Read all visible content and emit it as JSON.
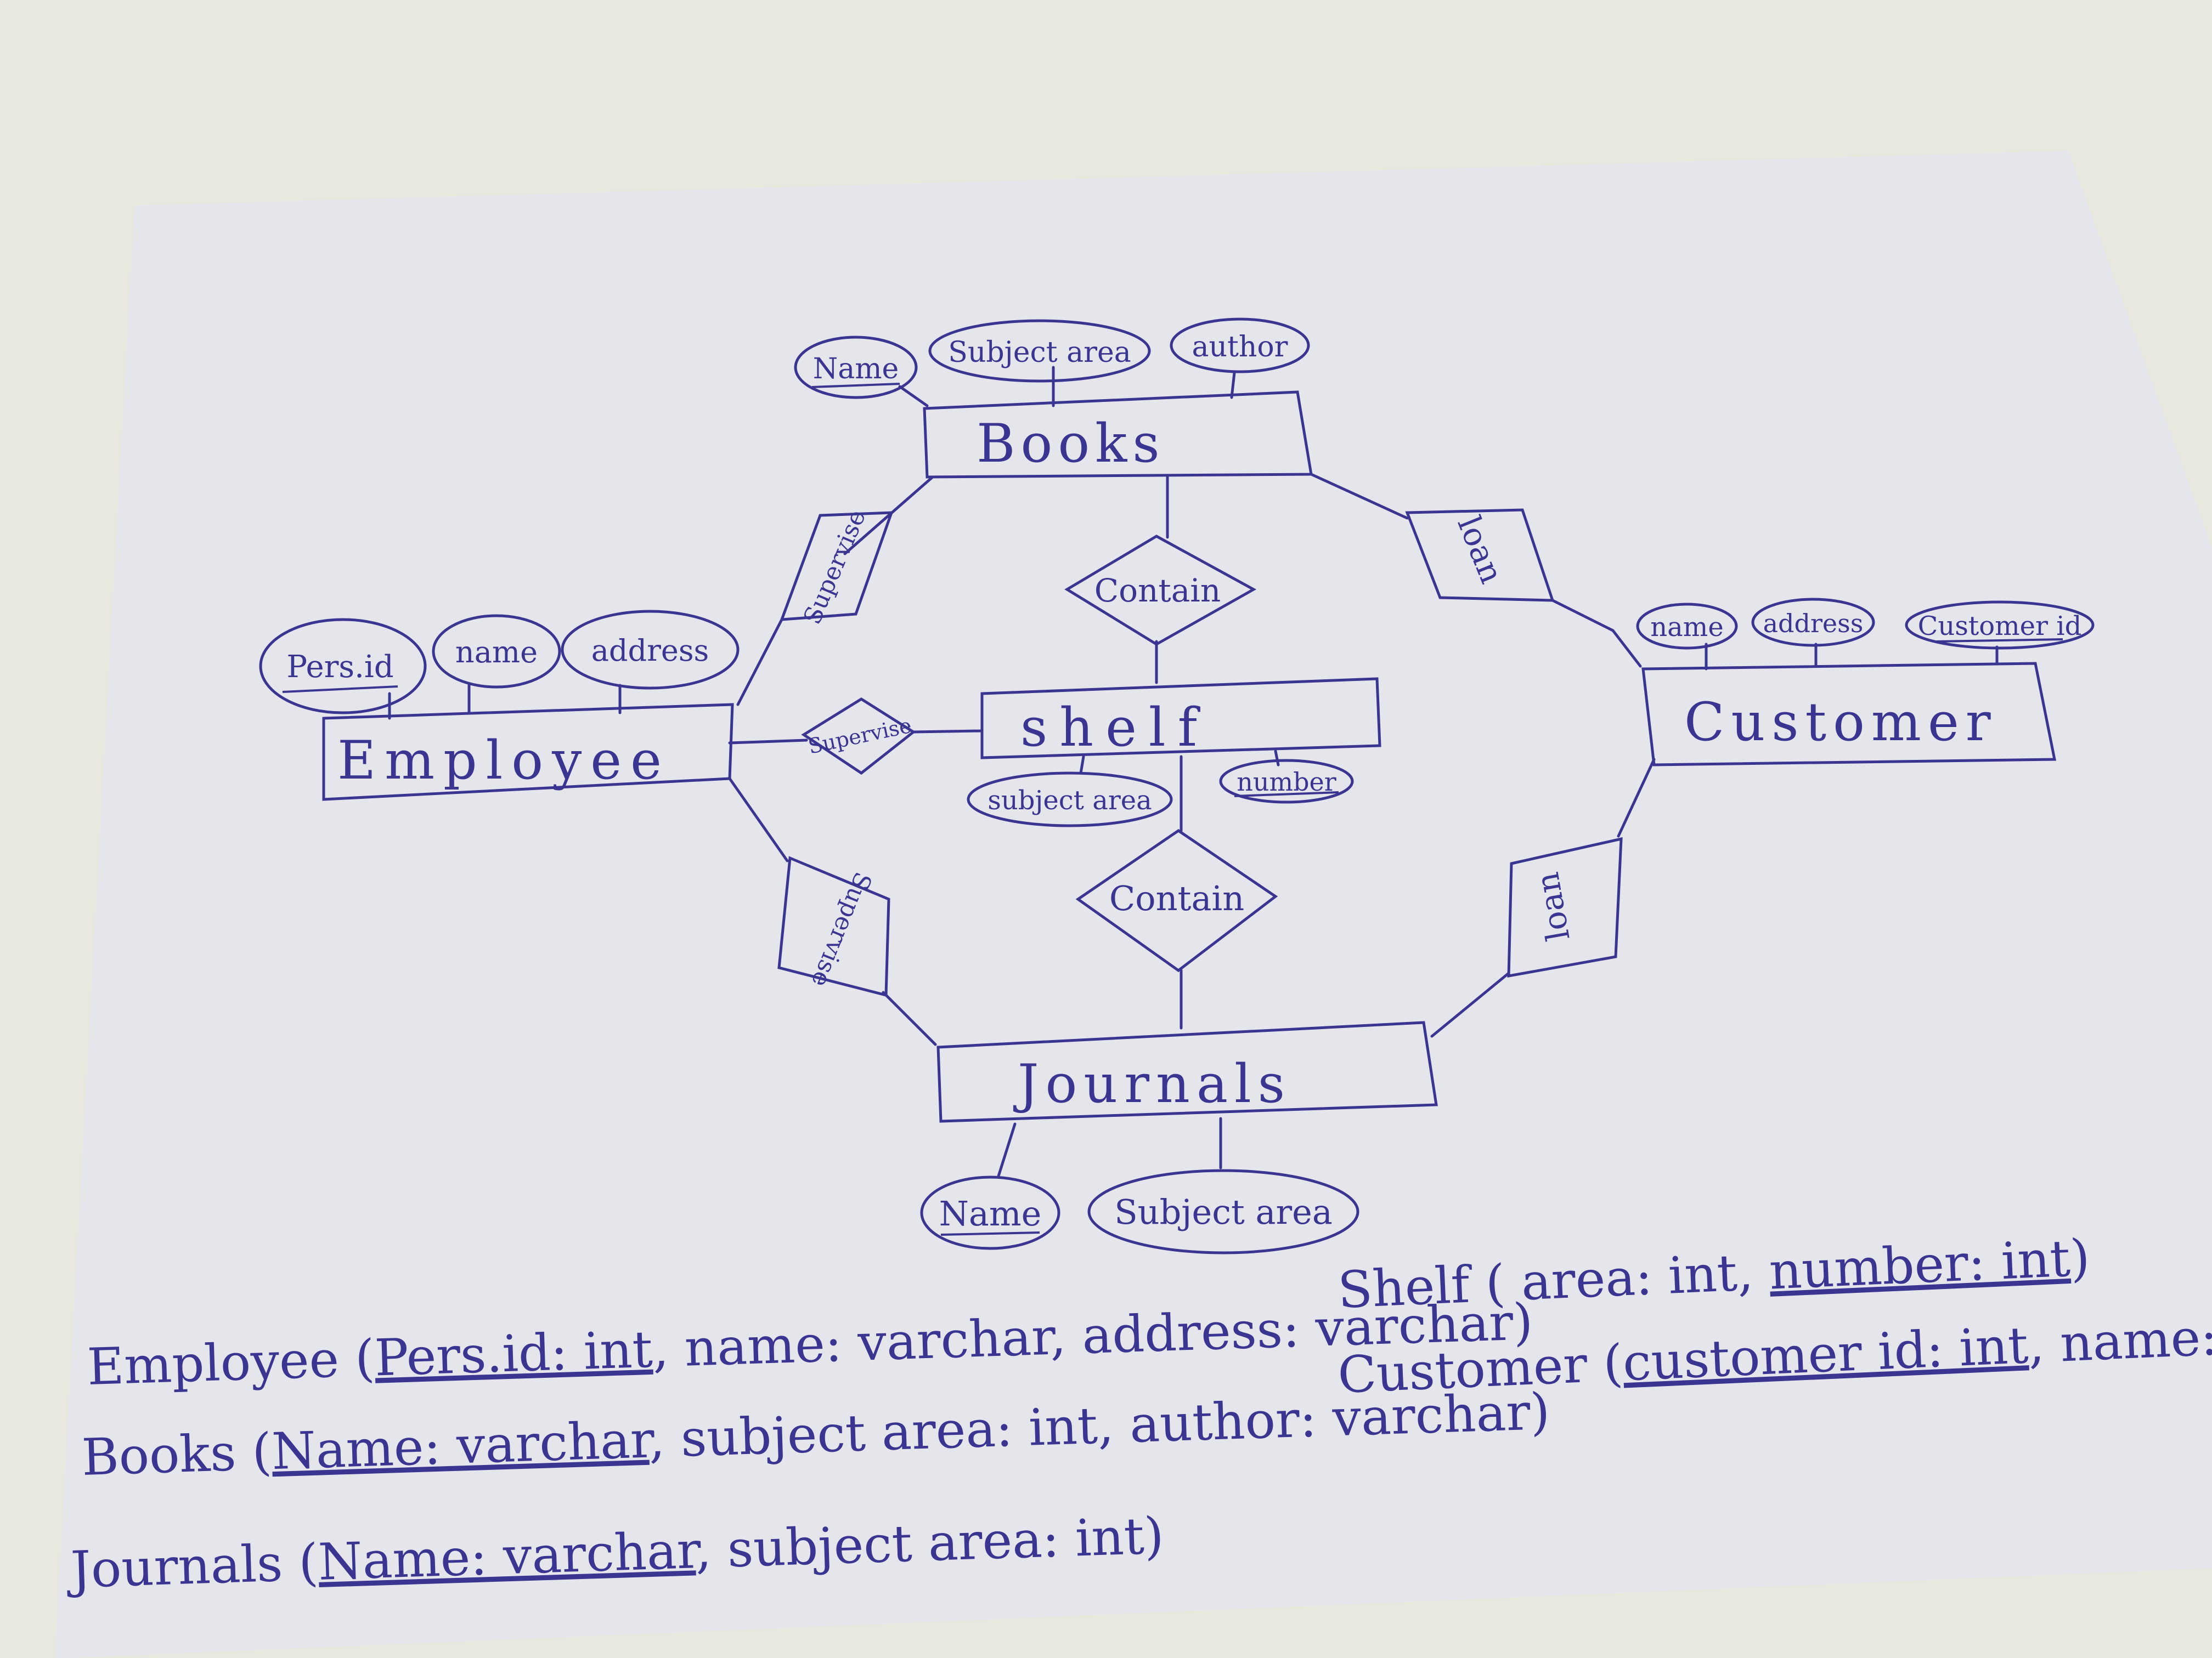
{
  "colors": {
    "ink": "#3b3592",
    "paper": "#e4e6ec",
    "table": "#e9e8df"
  },
  "entities": {
    "books": "Books",
    "employee": "Employee",
    "shelf": "shelf",
    "customer": "Customer",
    "journals": "Journals"
  },
  "relationships": {
    "contain_top": "Contain",
    "contain_bottom": "Contain",
    "supervise_top": "Supervise",
    "supervise_mid": "Supervise",
    "supervise_bottom": "Supervise",
    "loan_top": "loan",
    "loan_bottom": "loan"
  },
  "attributes": {
    "books_name": "Name",
    "books_subject": "Subject area",
    "books_author": "author",
    "emp_persid": "Pers.id",
    "emp_name": "name",
    "emp_address": "address",
    "shelf_subject": "subject area",
    "shelf_number": "number",
    "cust_name": "name",
    "cust_address": "address",
    "cust_id": "Customer id",
    "jour_name": "Name",
    "jour_subject": "Subject area"
  },
  "schema": {
    "employee": {
      "head": "Employee (",
      "key": "Pers.id: int",
      "rest": ", name: varchar, address: varchar)"
    },
    "books": {
      "head": "Books (",
      "key": "Name: varchar",
      "rest": ", subject area: int, author: varchar)"
    },
    "journals": {
      "head": "Journals (",
      "key": "Name: varchar",
      "rest": ", subject area: int)"
    },
    "shelf": {
      "head": "Shelf ( area: int, ",
      "key": "number: int",
      "rest": ")"
    },
    "customer": {
      "head": "Customer (",
      "key": "customer id: int",
      "rest": ", name: varchar, address: var"
    }
  }
}
